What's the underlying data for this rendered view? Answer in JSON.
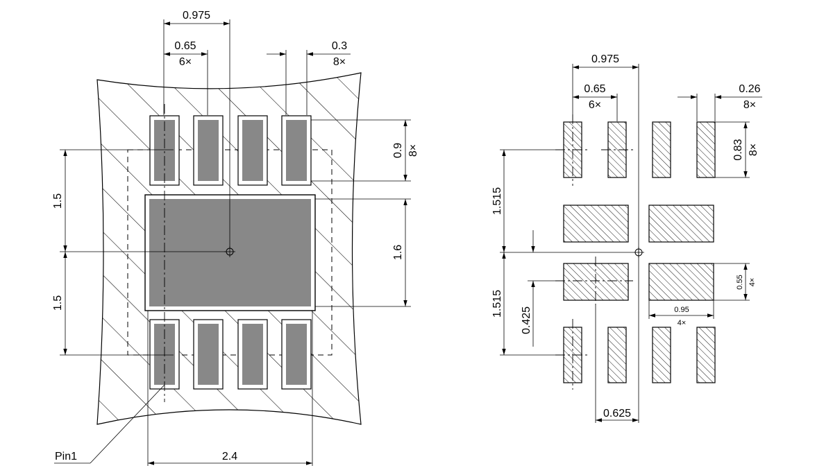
{
  "colors": {
    "copper": "#888888",
    "pad_border": "#000000",
    "hatch": "#000000",
    "background": "#ffffff"
  },
  "left_view": {
    "pitch_label": "0.975",
    "pad_spacing": {
      "value": "0.65",
      "multiplier": "6×"
    },
    "pad_width": {
      "value": "0.3",
      "multiplier": "8×"
    },
    "pad_length": {
      "value": "0.9",
      "multiplier": "8×"
    },
    "row_offset_top": "1.5",
    "row_offset_bottom": "1.5",
    "thermal_pad_height": "1.6",
    "thermal_pad_width": "2.4",
    "pin1_label": "Pin1"
  },
  "right_view": {
    "pitch_label": "0.975",
    "pad_spacing": {
      "value": "0.65",
      "multiplier": "6×"
    },
    "pad_width": {
      "value": "0.26",
      "multiplier": "8×"
    },
    "pad_length": {
      "value": "0.83",
      "multiplier": "8×"
    },
    "row_offset_top": "1.515",
    "row_offset_bottom": "1.515",
    "inner_offset": "0.425",
    "center_offset": "0.625",
    "thermal_pad_height": {
      "value": "0.55",
      "multiplier": "4×"
    },
    "thermal_pad_width": {
      "value": "0.95",
      "multiplier": "4×"
    }
  }
}
